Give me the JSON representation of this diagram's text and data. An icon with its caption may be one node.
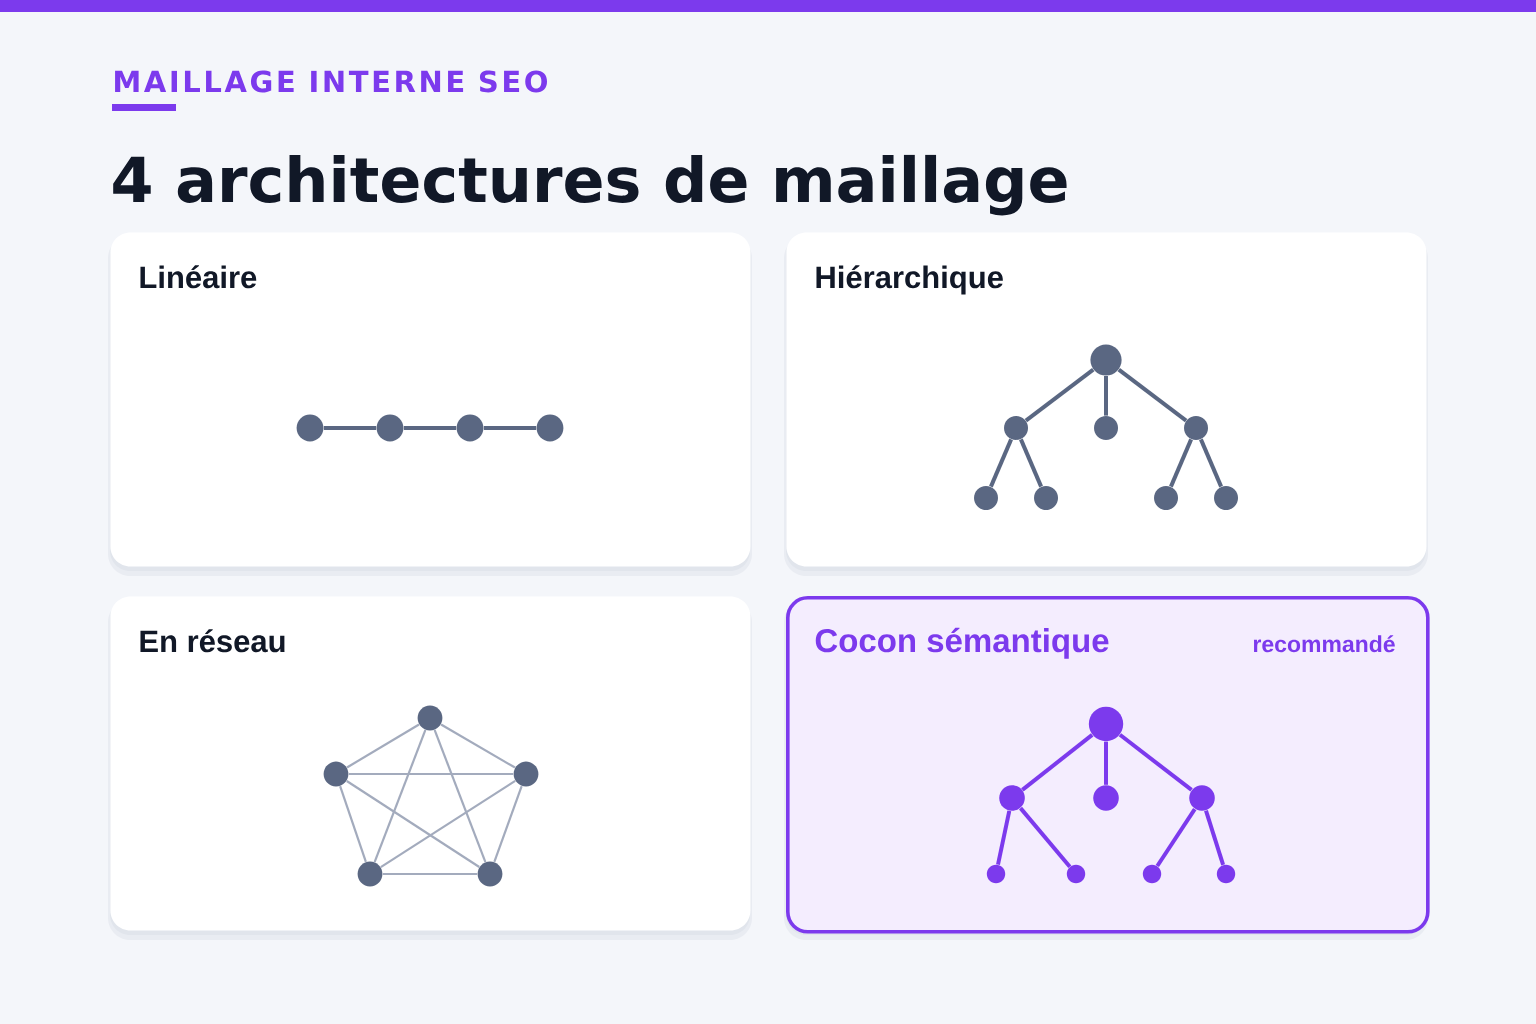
{
  "diagram": {
    "title": "4 architectures de maillage",
    "nodes": [
      {
        "text": [
          "Linéaire"
        ]
      },
      {
        "text": [],
        "shape": "circle",
        "in": 0
      },
      {
        "text": [],
        "shape": "circle",
        "in": 0
      },
      {
        "text": [],
        "shape": "circle",
        "in": 0
      },
      {
        "text": [],
        "shape": "circle",
        "in": 0
      },
      {
        "text": [
          "Hiérarchique"
        ]
      },
      {
        "text": [],
        "shape": "circle",
        "in": 5
      },
      {
        "text": [],
        "shape": "circle",
        "in": 5
      },
      {
        "text": [],
        "shape": "circle",
        "in": 5
      },
      {
        "text": [],
        "shape": "circle",
        "in": 5
      },
      {
        "text": [],
        "shape": "circle",
        "in": 5
      },
      {
        "text": [],
        "shape": "circle",
        "in": 5
      },
      {
        "text": [],
        "shape": "circle",
        "in": 5
      },
      {
        "text": [],
        "shape": "circle",
        "in": 5
      },
      {
        "text": [
          "En réseau"
        ]
      },
      {
        "text": [],
        "shape": "circle",
        "in": 14
      },
      {
        "text": [],
        "shape": "circle",
        "in": 14
      },
      {
        "text": [],
        "shape": "circle",
        "in": 14
      },
      {
        "text": [],
        "shape": "circle",
        "in": 14
      },
      {
        "text": [],
        "shape": "circle",
        "in": 14
      },
      {
        "text": [
          "Cocon sémantique",
          "recommandé"
        ]
      },
      {
        "text": [],
        "shape": "circle",
        "in": 20
      },
      {
        "text": [],
        "shape": "circle",
        "in": 20
      },
      {
        "text": [],
        "shape": "circle",
        "in": 20
      },
      {
        "text": [],
        "shape": "circle",
        "in": 20
      },
      {
        "text": [],
        "shape": "circle",
        "in": 20
      },
      {
        "text": [],
        "shape": "circle",
        "in": 20
      },
      {
        "text": [],
        "shape": "circle",
        "in": 20
      },
      {
        "text": [],
        "shape": "circle",
        "in": 20
      }
    ],
    "edges": [
      {
        "from": 1,
        "to": 2,
        "arrow": "none"
      },
      {
        "from": 2,
        "to": 3,
        "arrow": "none"
      },
      {
        "from": 3,
        "to": 4,
        "arrow": "none"
      },
      {
        "from": 6,
        "to": 7,
        "arrow": "none"
      },
      {
        "from": 6,
        "to": 8,
        "arrow": "none"
      },
      {
        "from": 6,
        "to": 9,
        "arrow": "none"
      },
      {
        "from": 7,
        "to": 10,
        "arrow": "none"
      },
      {
        "from": 7,
        "to": 11,
        "arrow": "none"
      },
      {
        "from": 9,
        "to": 12,
        "arrow": "none"
      },
      {
        "from": 9,
        "to": 13,
        "arrow": "none"
      },
      {
        "from": 15,
        "to": 16,
        "arrow": "none",
        "color": "#a3abbd"
      },
      {
        "from": 15,
        "to": 17,
        "arrow": "none",
        "color": "#a3abbd"
      },
      {
        "from": 15,
        "to": 18,
        "arrow": "none",
        "color": "#a3abbd"
      },
      {
        "from": 15,
        "to": 19,
        "arrow": "none",
        "color": "#a3abbd"
      },
      {
        "from": 16,
        "to": 17,
        "arrow": "none",
        "color": "#a3abbd"
      },
      {
        "from": 16,
        "to": 18,
        "arrow": "none",
        "color": "#a3abbd"
      },
      {
        "from": 16,
        "to": 19,
        "arrow": "none",
        "color": "#a3abbd"
      },
      {
        "from": 17,
        "to": 18,
        "arrow": "none",
        "color": "#a3abbd"
      },
      {
        "from": 17,
        "to": 19,
        "arrow": "none",
        "color": "#a3abbd"
      },
      {
        "from": 18,
        "to": 19,
        "arrow": "none",
        "color": "#a3abbd"
      },
      {
        "from": 21,
        "to": 22,
        "arrow": "none",
        "color": "#7c3aed"
      },
      {
        "from": 21,
        "to": 23,
        "arrow": "none",
        "color": "#7c3aed"
      },
      {
        "from": 21,
        "to": 24,
        "arrow": "none",
        "color": "#7c3aed"
      },
      {
        "from": 22,
        "to": 25,
        "arrow": "none",
        "color": "#7c3aed"
      },
      {
        "from": 22,
        "to": 26,
        "arrow": "none",
        "color": "#7c3aed"
      },
      {
        "from": 24,
        "to": 27,
        "arrow": "none",
        "color": "#7c3aed"
      },
      {
        "from": 24,
        "to": 28,
        "arrow": "none",
        "color": "#7c3aed"
      }
    ],
    "labels": [
      "MAILLAGE INTERNE SEO"
    ]
  }
}
